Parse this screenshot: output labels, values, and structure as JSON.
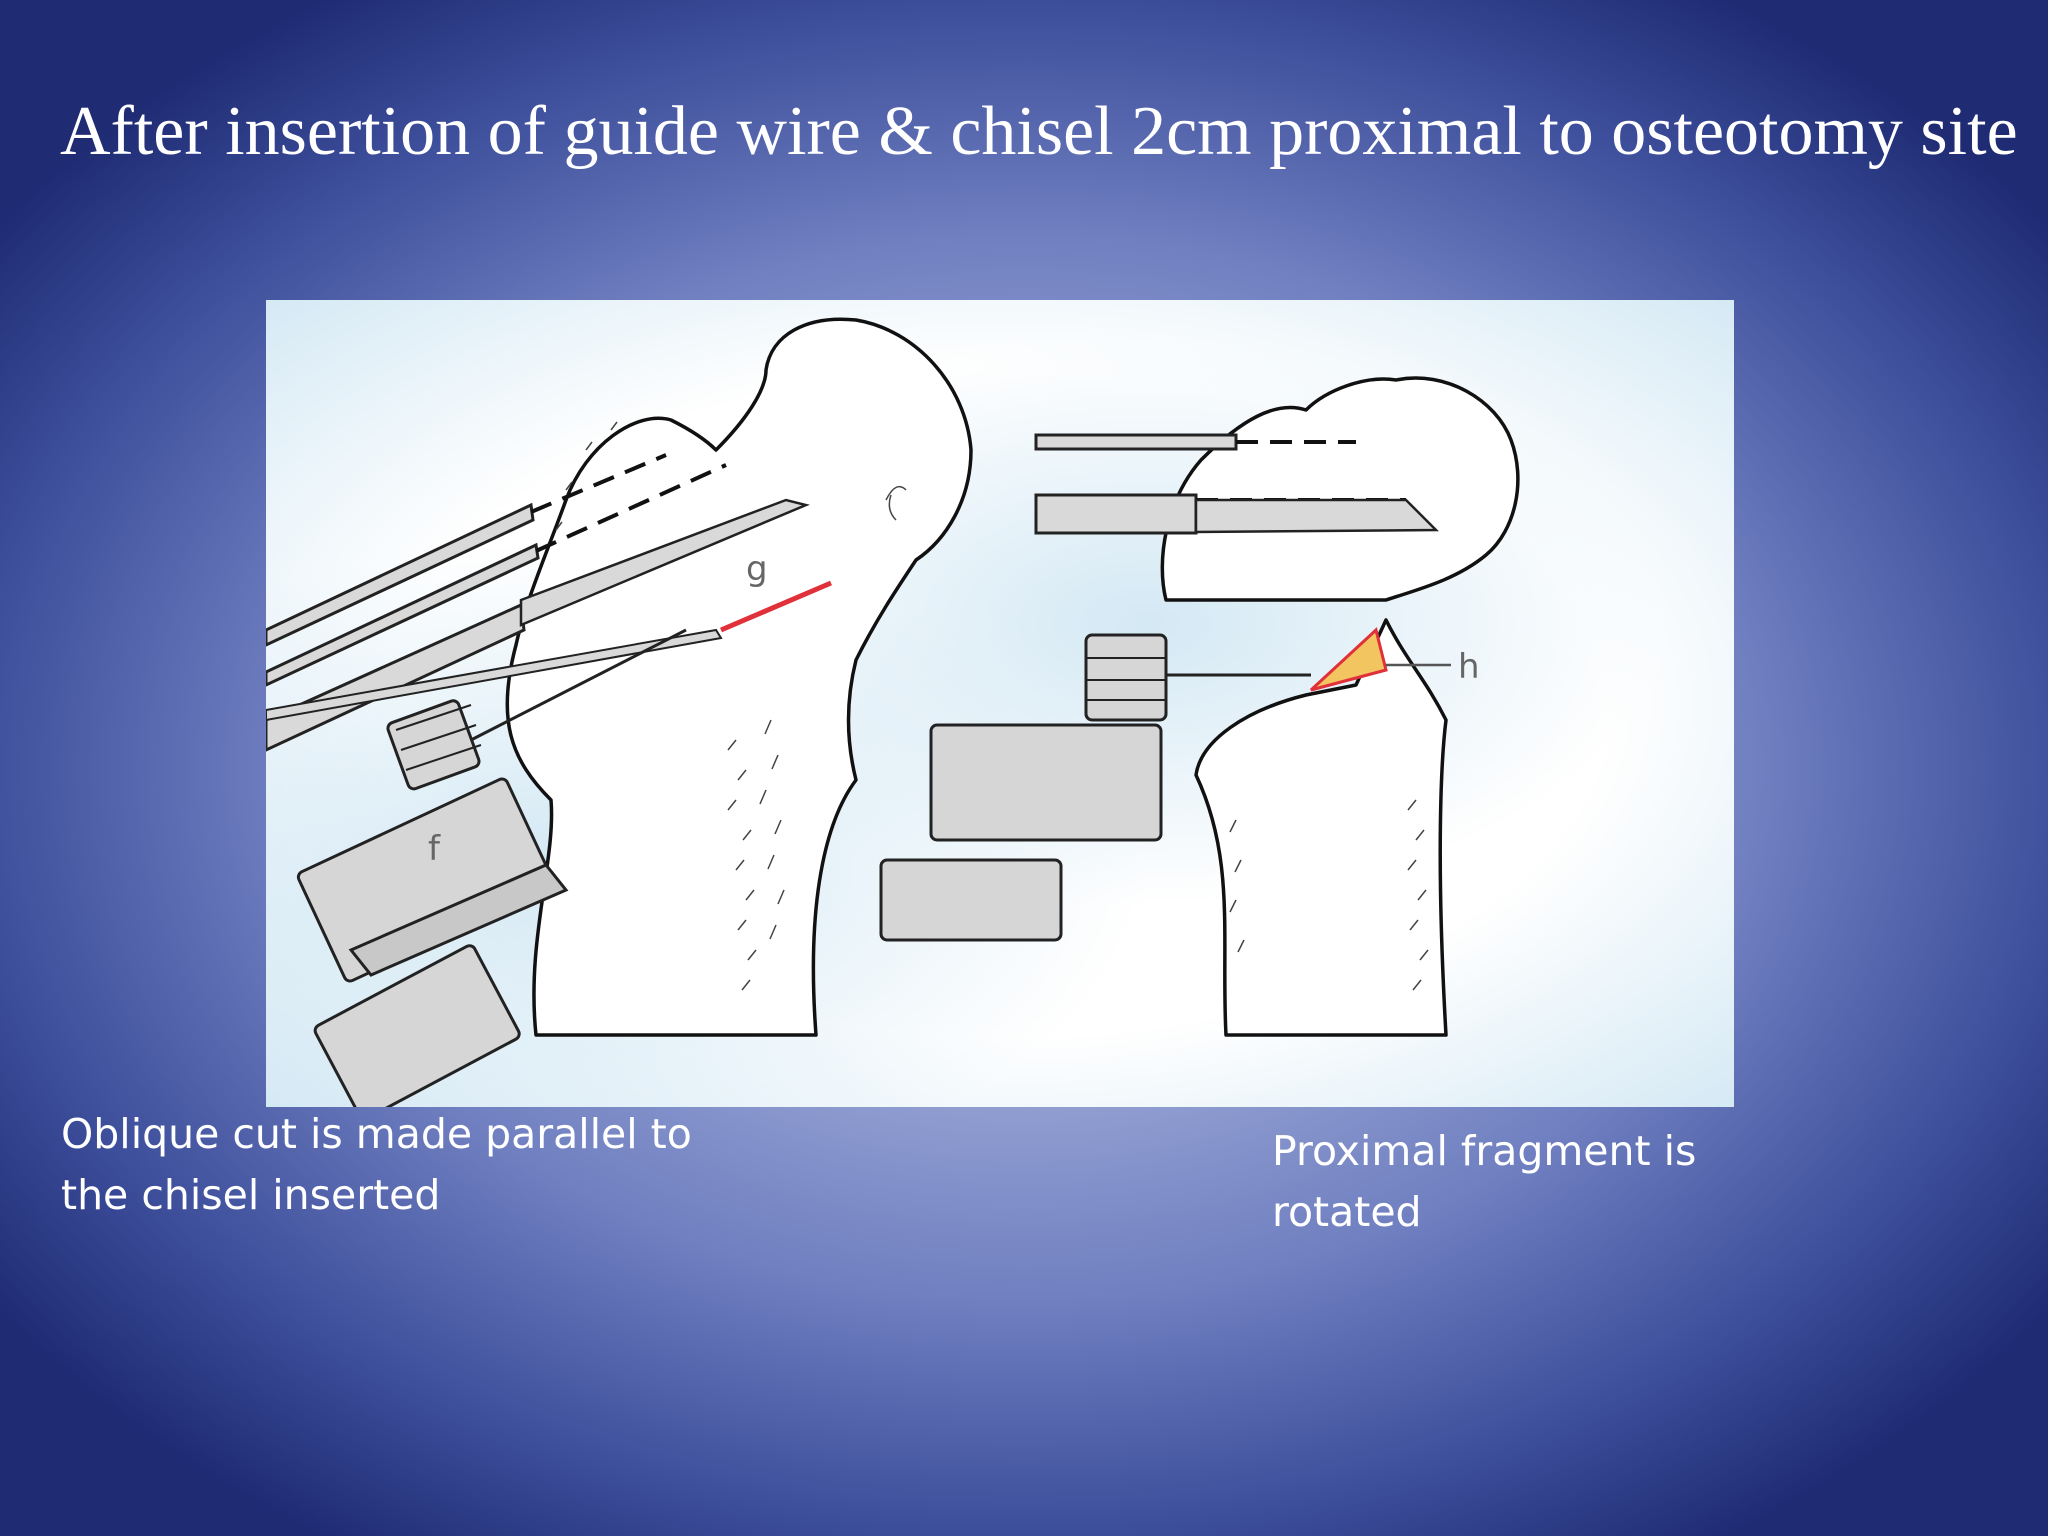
{
  "slide": {
    "title": "After insertion of guide wire & chisel 2cm proximal to osteotomy site"
  },
  "figure": {
    "labels": {
      "f": "f",
      "g": "g",
      "h": "h"
    },
    "colors": {
      "cut_line": "#e0303a",
      "wedge": "#f3c560",
      "instrument": "#d4d4d4",
      "bone": "#ffffff",
      "bg_tint": "#cfe6f3"
    }
  },
  "captions": {
    "left": [
      "Oblique cut is made parallel to",
      "the chisel inserted"
    ],
    "right": [
      "Proximal fragment is",
      "rotated"
    ]
  }
}
